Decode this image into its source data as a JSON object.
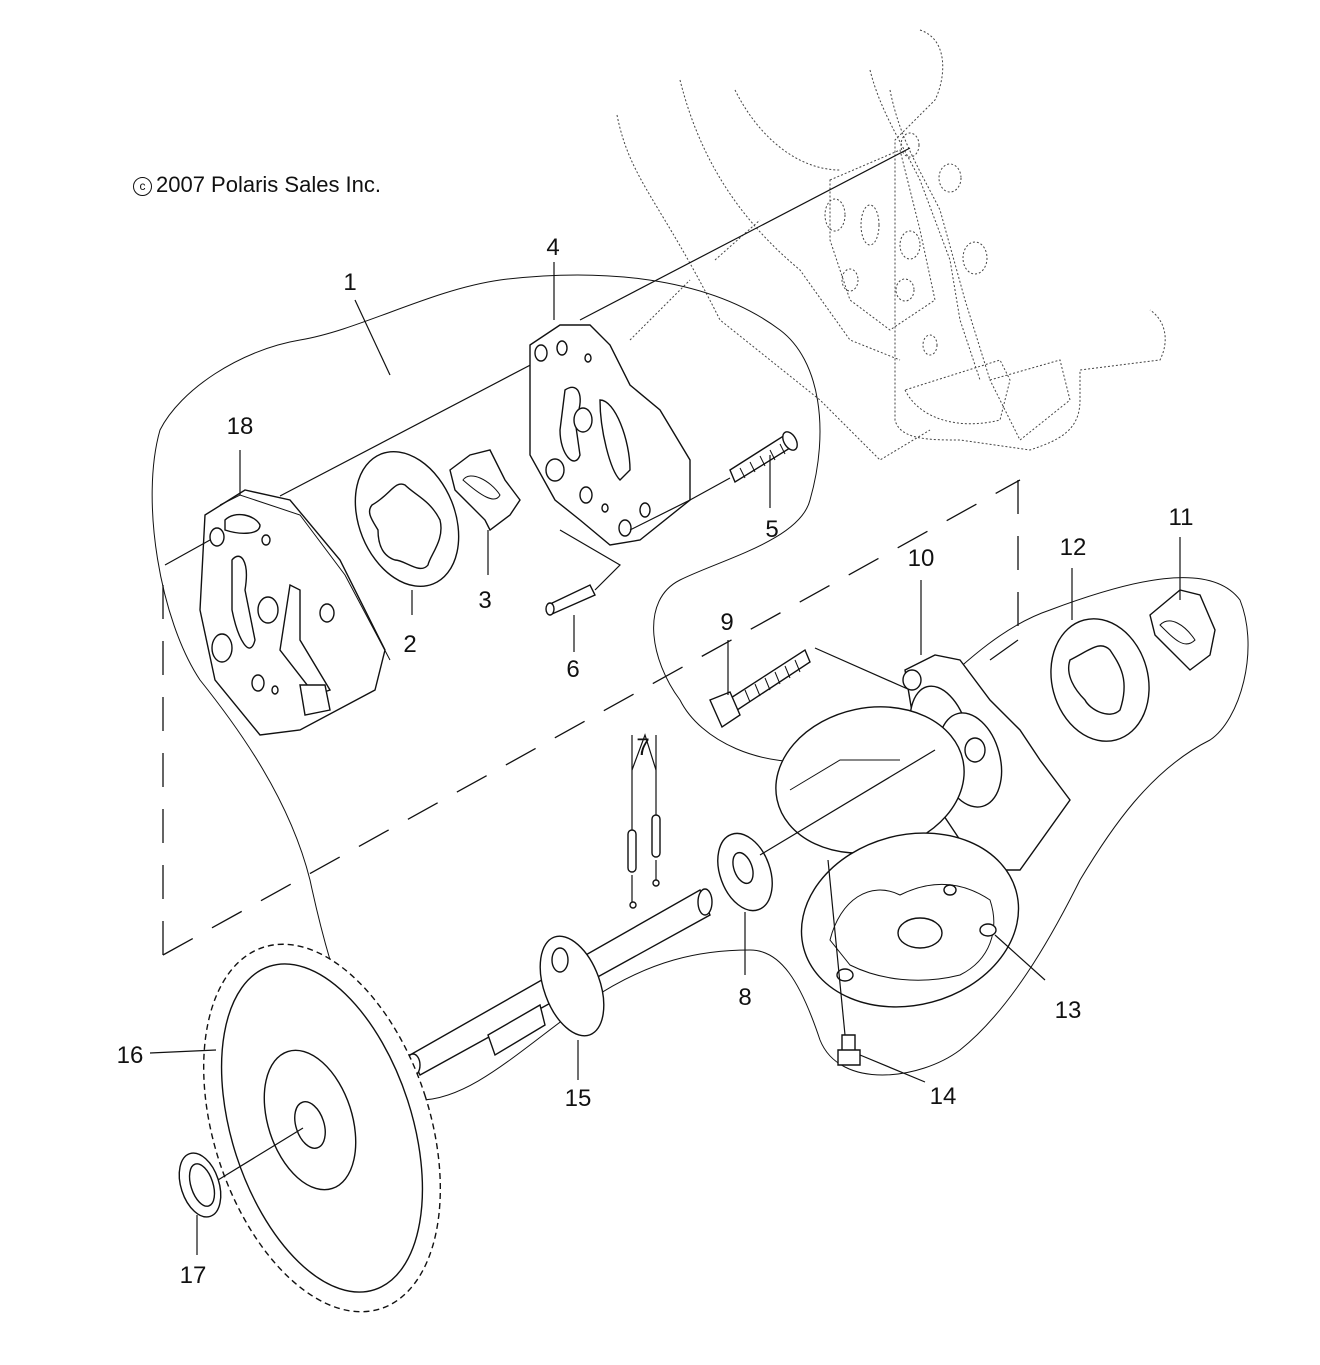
{
  "diagram": {
    "copyright_symbol": "c",
    "copyright_text": "2007 Polaris Sales Inc.",
    "callouts": [
      {
        "id": "1",
        "text": "1"
      },
      {
        "id": "2",
        "text": "2"
      },
      {
        "id": "3",
        "text": "3"
      },
      {
        "id": "4",
        "text": "4"
      },
      {
        "id": "5",
        "text": "5"
      },
      {
        "id": "6",
        "text": "6"
      },
      {
        "id": "7",
        "text": "7"
      },
      {
        "id": "8",
        "text": "8"
      },
      {
        "id": "9",
        "text": "9"
      },
      {
        "id": "10",
        "text": "10"
      },
      {
        "id": "11",
        "text": "11"
      },
      {
        "id": "12",
        "text": "12"
      },
      {
        "id": "13",
        "text": "13"
      },
      {
        "id": "14",
        "text": "14"
      },
      {
        "id": "15",
        "text": "15"
      },
      {
        "id": "16",
        "text": "16"
      },
      {
        "id": "17",
        "text": "17"
      },
      {
        "id": "18",
        "text": "18"
      }
    ]
  }
}
